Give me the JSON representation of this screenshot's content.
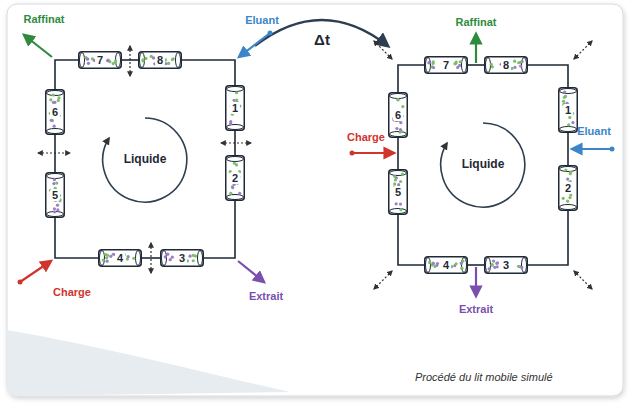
{
  "diagram": {
    "caption": "Procédé du lit mobile simulé",
    "nodes": [
      {
        "text": [
          "1"
        ]
      },
      {
        "text": [
          "2"
        ]
      },
      {
        "text": [
          "3"
        ]
      },
      {
        "text": [
          "4"
        ]
      },
      {
        "text": [
          "5"
        ]
      },
      {
        "text": [
          "6"
        ]
      },
      {
        "text": [
          "7"
        ]
      },
      {
        "text": [
          "8"
        ]
      },
      {
        "text": [
          "1"
        ]
      },
      {
        "text": [
          "2"
        ]
      },
      {
        "text": [
          "3"
        ]
      },
      {
        "text": [
          "4"
        ]
      },
      {
        "text": [
          "5"
        ]
      },
      {
        "text": [
          "6"
        ]
      },
      {
        "text": [
          "7"
        ]
      },
      {
        "text": [
          "8"
        ]
      }
    ],
    "edges": [
      {
        "from": 6,
        "to": 7,
        "arrow": "none"
      },
      {
        "from": 7,
        "to": 0,
        "arrow": "none"
      },
      {
        "from": 0,
        "to": 1,
        "arrow": "none"
      },
      {
        "from": 1,
        "to": 2,
        "arrow": "none"
      },
      {
        "from": 2,
        "to": 3,
        "arrow": "none"
      },
      {
        "from": 3,
        "to": 4,
        "arrow": "none"
      },
      {
        "from": 4,
        "to": 5,
        "arrow": "none"
      },
      {
        "from": 5,
        "to": 6,
        "arrow": "none"
      },
      {
        "from": 14,
        "to": 15,
        "arrow": "none"
      },
      {
        "from": 15,
        "to": 8,
        "arrow": "none"
      },
      {
        "from": 8,
        "to": 9,
        "arrow": "none"
      },
      {
        "from": 9,
        "to": 10,
        "arrow": "none"
      },
      {
        "from": 10,
        "to": 11,
        "arrow": "none"
      },
      {
        "from": 11,
        "to": 12,
        "arrow": "none"
      },
      {
        "from": 12,
        "to": 13,
        "arrow": "none"
      },
      {
        "from": 13,
        "to": 14,
        "arrow": "none"
      }
    ],
    "labels": [
      "Δt",
      "Raffinat",
      "Eluant",
      "Liquide",
      "Extrait",
      "Charge",
      "Raffinat",
      "Eluant",
      "Liquide",
      "Charge",
      "Extrait"
    ]
  }
}
